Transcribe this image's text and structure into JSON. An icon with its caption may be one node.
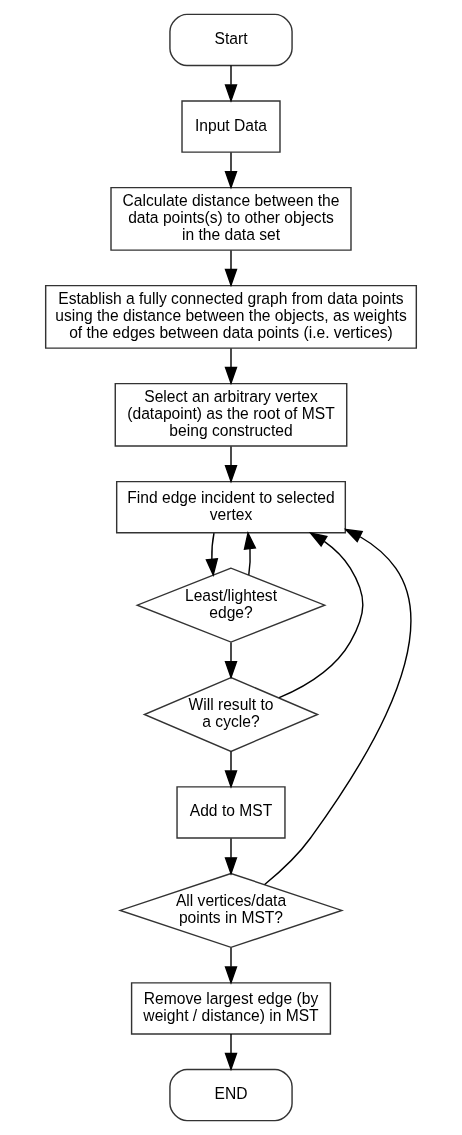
{
  "diagram": {
    "nodes": [
      {
        "text": [
          "Start"
        ]
      },
      {
        "text": [
          "Input Data"
        ]
      },
      {
        "text": [
          "Calculate distance between the data points(s) to other objects in the data set"
        ]
      },
      {
        "text": [
          "Establish a fully connected graph from data points using the distance between the objects, as weights of the edges between data points (i.e. vertices)"
        ]
      },
      {
        "text": [
          "Select an arbitrary vertex (datapoint) as the root of MST being constructed"
        ]
      },
      {
        "text": [
          "Find edge incident to selected vertex"
        ]
      },
      {
        "text": [
          "Least/lightest edge?"
        ]
      },
      {
        "text": [
          "Will result to a cycle?"
        ]
      },
      {
        "text": [
          "Add to MST"
        ]
      },
      {
        "text": [
          "All vertices/data points in MST?"
        ]
      },
      {
        "text": [
          "Remove largest edge (by weight / distance) in MST"
        ]
      },
      {
        "text": [
          "END"
        ]
      }
    ],
    "edges": [
      {
        "from": 0,
        "to": 1,
        "arrow": "to"
      },
      {
        "from": 1,
        "to": 2,
        "arrow": "to"
      },
      {
        "from": 2,
        "to": 3,
        "arrow": "to"
      },
      {
        "from": 3,
        "to": 4,
        "arrow": "to"
      },
      {
        "from": 4,
        "to": 5,
        "arrow": "to"
      },
      {
        "from": 5,
        "to": 6,
        "arrow": "to"
      },
      {
        "from": 6,
        "to": 5,
        "arrow": "to"
      },
      {
        "from": 6,
        "to": 7,
        "arrow": "to"
      },
      {
        "from": 7,
        "to": 5,
        "arrow": "to"
      },
      {
        "from": 7,
        "to": 8,
        "arrow": "to"
      },
      {
        "from": 8,
        "to": 9,
        "arrow": "to"
      },
      {
        "from": 9,
        "to": 5,
        "arrow": "to"
      },
      {
        "from": 9,
        "to": 10,
        "arrow": "to"
      },
      {
        "from": 10,
        "to": 11,
        "arrow": "to"
      }
    ]
  }
}
